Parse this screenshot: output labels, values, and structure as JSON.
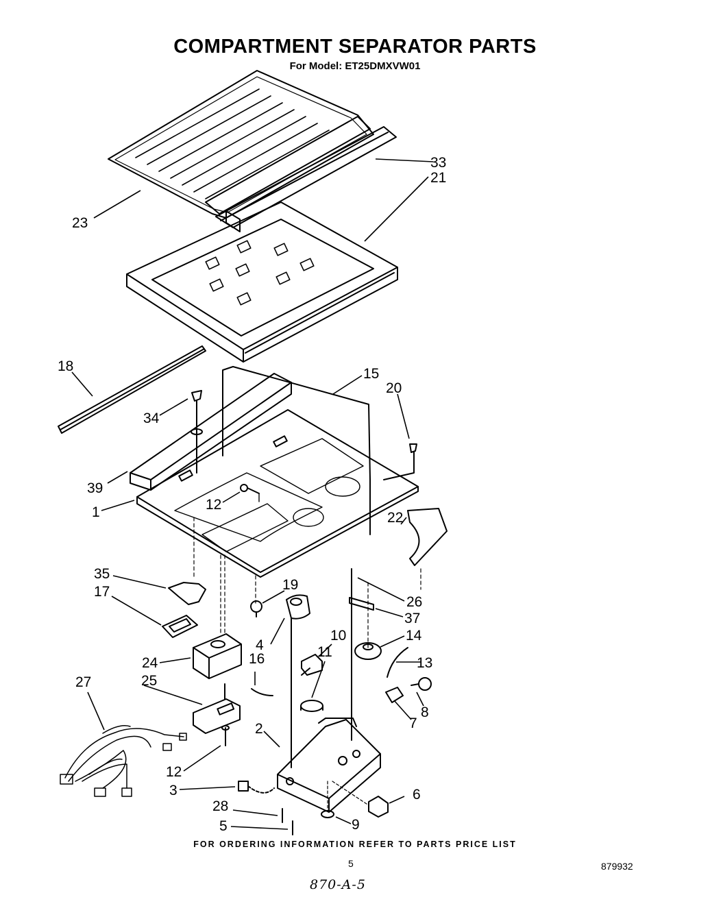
{
  "header": {
    "title": "COMPARTMENT SEPARATOR PARTS",
    "model": "For Model: ET25DMXVW01"
  },
  "callouts": [
    "1",
    "2",
    "3",
    "4",
    "5",
    "6",
    "7",
    "8",
    "9",
    "10",
    "11",
    "12",
    "12",
    "13",
    "14",
    "15",
    "16",
    "17",
    "18",
    "19",
    "20",
    "21",
    "22",
    "23",
    "24",
    "25",
    "26",
    "27",
    "28",
    "33",
    "34",
    "35",
    "37",
    "39"
  ],
  "footer": {
    "ordering_note": "FOR ORDERING INFORMATION REFER TO PARTS PRICE LIST",
    "page_number": "5",
    "doc_number": "879932",
    "handwritten_note": "870-A-5"
  }
}
